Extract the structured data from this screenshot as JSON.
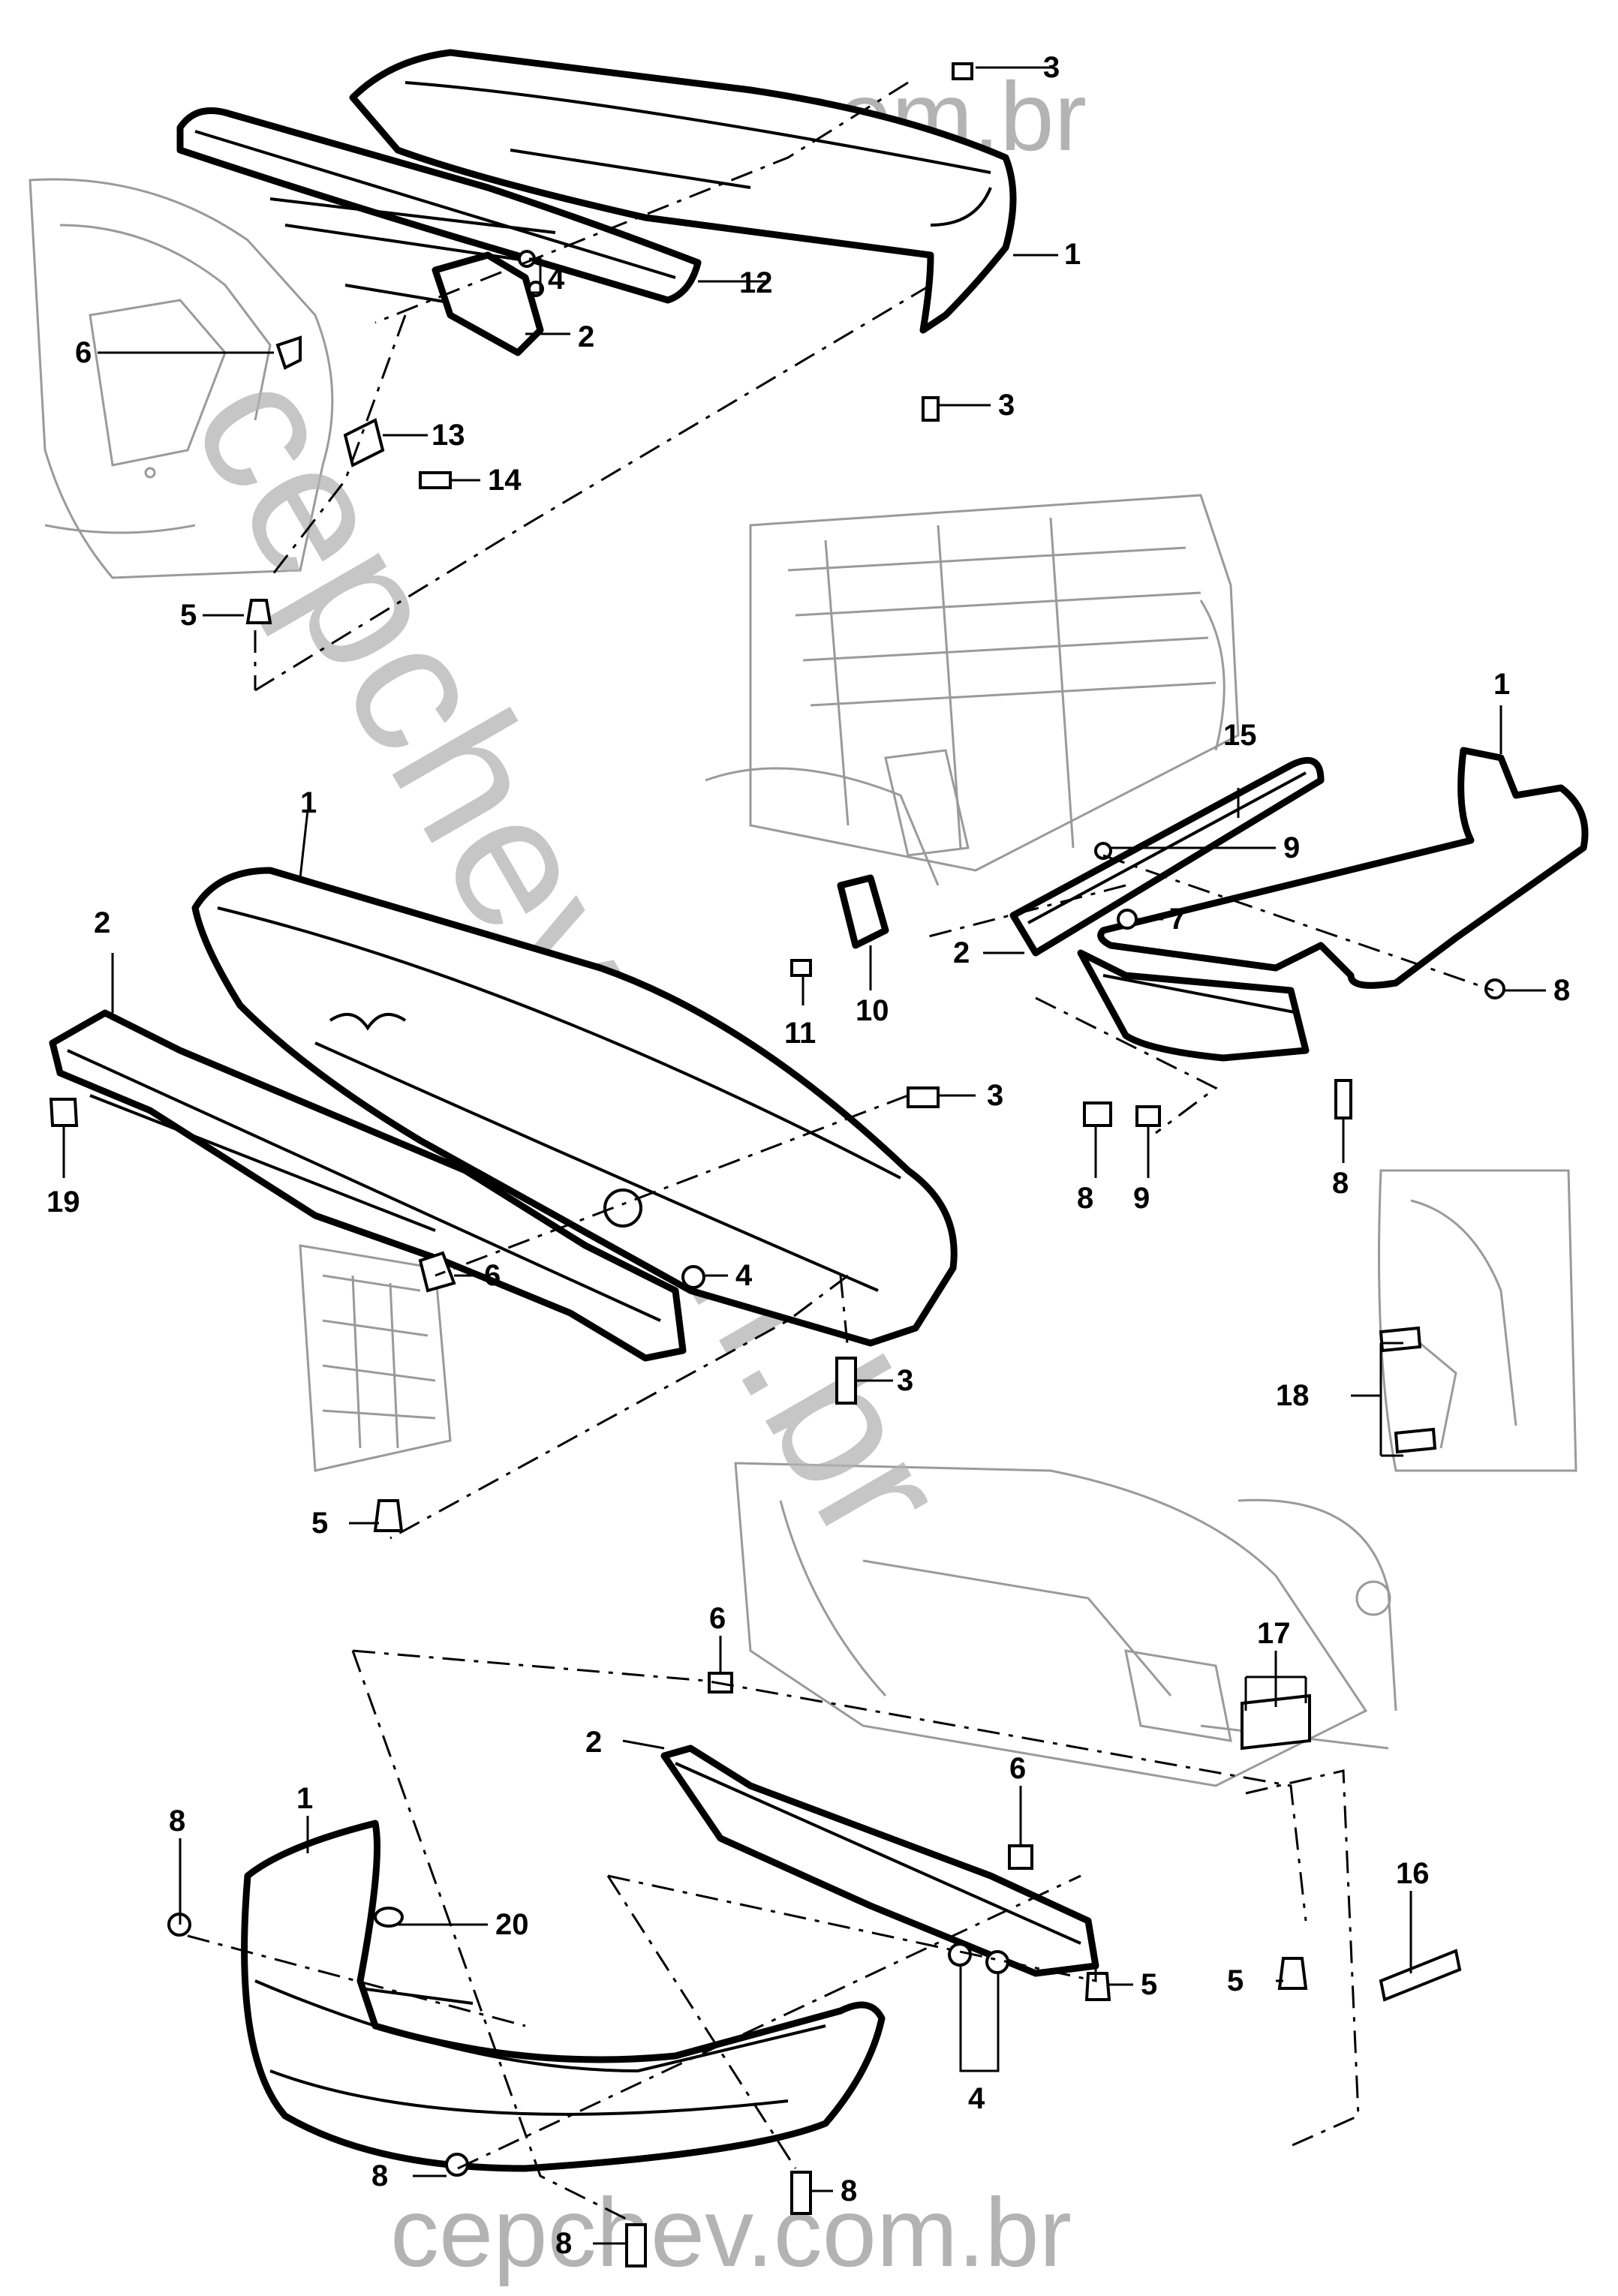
{
  "watermark": {
    "top": "cepchev.com.br",
    "bottom": "cepchev.com.br",
    "diagonal": "cepchev.com.br"
  },
  "callouts": [
    {
      "id": "c1a",
      "text": "1"
    },
    {
      "id": "c3a",
      "text": "3"
    },
    {
      "id": "c3b",
      "text": "3"
    },
    {
      "id": "c12",
      "text": "12"
    },
    {
      "id": "c4a",
      "text": "4"
    },
    {
      "id": "c2a",
      "text": "2"
    },
    {
      "id": "c6a",
      "text": "6"
    },
    {
      "id": "c13",
      "text": "13"
    },
    {
      "id": "c14",
      "text": "14"
    },
    {
      "id": "c5a",
      "text": "5"
    },
    {
      "id": "c1b",
      "text": "1"
    },
    {
      "id": "c15",
      "text": "15"
    },
    {
      "id": "c9a",
      "text": "9"
    },
    {
      "id": "c7",
      "text": "7"
    },
    {
      "id": "c2b",
      "text": "2"
    },
    {
      "id": "c8a",
      "text": "8"
    },
    {
      "id": "c11",
      "text": "11"
    },
    {
      "id": "c10",
      "text": "10"
    },
    {
      "id": "c8b",
      "text": "8"
    },
    {
      "id": "c9b",
      "text": "9"
    },
    {
      "id": "c8c",
      "text": "8"
    },
    {
      "id": "c1c",
      "text": "1"
    },
    {
      "id": "c2c",
      "text": "2"
    },
    {
      "id": "c19",
      "text": "19"
    },
    {
      "id": "c3c",
      "text": "3"
    },
    {
      "id": "c6b",
      "text": "6"
    },
    {
      "id": "c4b",
      "text": "4"
    },
    {
      "id": "c3d",
      "text": "3"
    },
    {
      "id": "c5b",
      "text": "5"
    },
    {
      "id": "c18",
      "text": "18"
    },
    {
      "id": "c6c",
      "text": "6"
    },
    {
      "id": "c17",
      "text": "17"
    },
    {
      "id": "c2d",
      "text": "2"
    },
    {
      "id": "c6d",
      "text": "6"
    },
    {
      "id": "c1d",
      "text": "1"
    },
    {
      "id": "c8d",
      "text": "8"
    },
    {
      "id": "c20",
      "text": "20"
    },
    {
      "id": "c16",
      "text": "16"
    },
    {
      "id": "c5c",
      "text": "5"
    },
    {
      "id": "c5d",
      "text": "5"
    },
    {
      "id": "c4c",
      "text": "4"
    },
    {
      "id": "c8e",
      "text": "8"
    },
    {
      "id": "c8f",
      "text": "8"
    },
    {
      "id": "c8g",
      "text": "8"
    }
  ]
}
